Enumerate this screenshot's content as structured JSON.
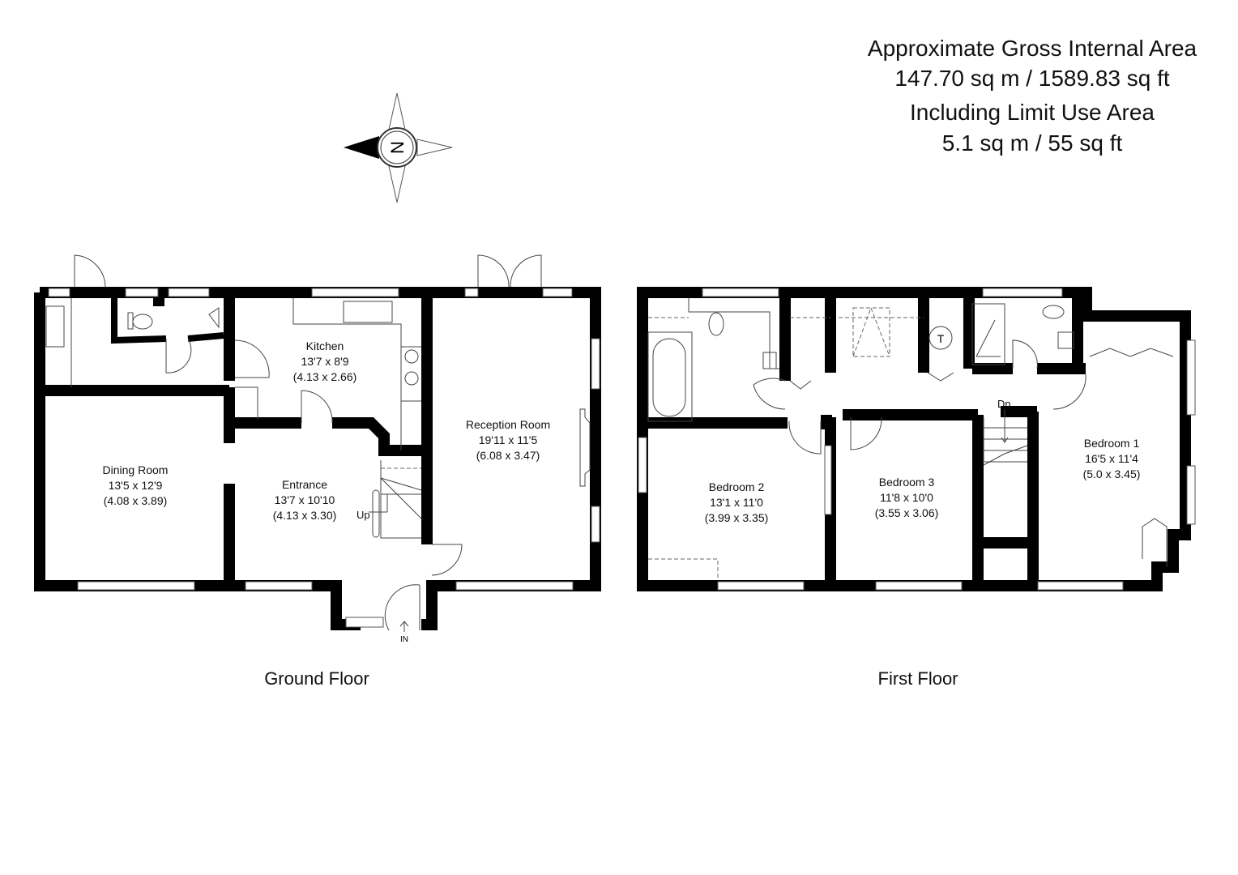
{
  "area": {
    "line1": "Approximate Gross Internal Area",
    "line2": "147.70 sq m / 1589.83 sq ft",
    "line3": "Including Limit Use Area",
    "line4": "5.1 sq m / 55 sq ft"
  },
  "compass": {
    "label": "N",
    "points_to": "left"
  },
  "ground_floor": {
    "label": "Ground Floor",
    "rooms": [
      {
        "name": "Kitchen",
        "imperial": "13'7 x 8'9",
        "metric": "(4.13 x 2.66)"
      },
      {
        "name": "Reception Room",
        "imperial": "19'11 x 11'5",
        "metric": "(6.08 x 3.47)"
      },
      {
        "name": "Dining Room",
        "imperial": "13'5 x 12'9",
        "metric": "(4.08 x 3.89)"
      },
      {
        "name": "Entrance",
        "imperial": "13'7 x 10'10",
        "metric": "(4.13 x 3.30)"
      }
    ],
    "stairs_label": "Up",
    "entry_label": "IN"
  },
  "first_floor": {
    "label": "First Floor",
    "rooms": [
      {
        "name": "Bedroom 2",
        "imperial": "13'1 x 11'0",
        "metric": "(3.99 x 3.35)"
      },
      {
        "name": "Bedroom 3",
        "imperial": "11'8 x 10'0",
        "metric": "(3.55 x 3.06)"
      },
      {
        "name": "Bedroom 1",
        "imperial": "16'5 x 11'4",
        "metric": "(5.0 x 3.45)"
      }
    ],
    "stairs_label": "Dn",
    "tank_label": "T"
  }
}
